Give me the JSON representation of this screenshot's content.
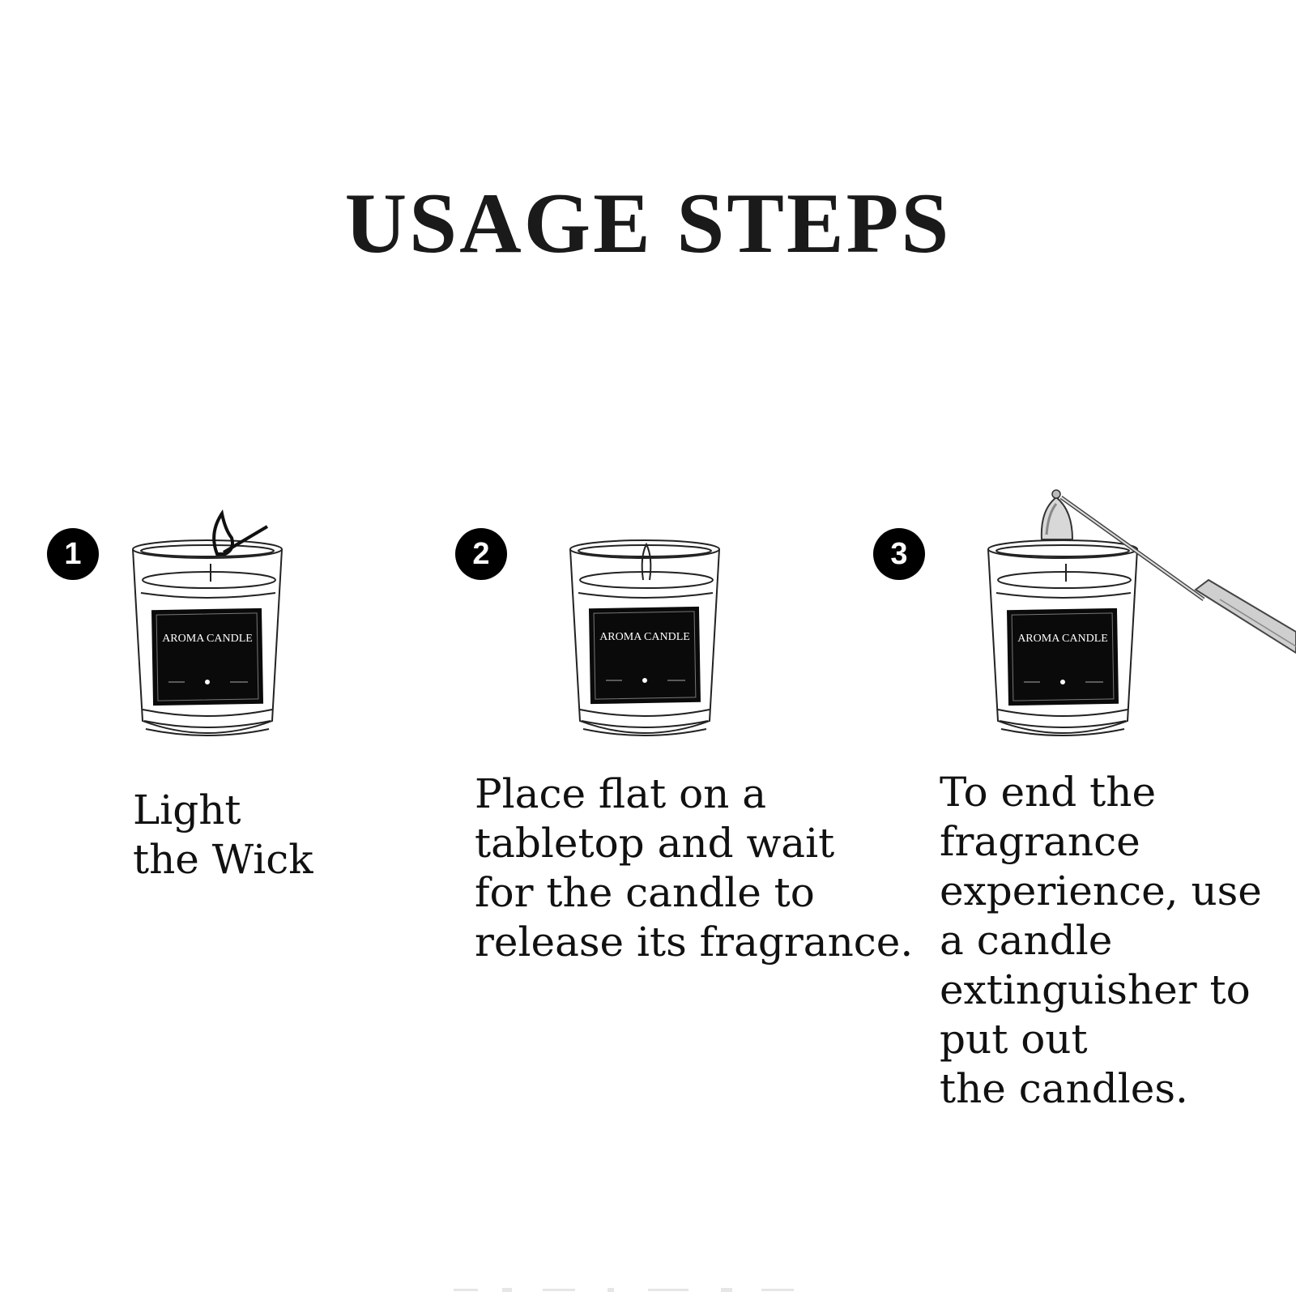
{
  "page": {
    "title": "USAGE STEPS"
  },
  "steps": [
    {
      "number": "1",
      "label": "AROMA CANDLE",
      "text": "Light\nthe Wick"
    },
    {
      "number": "2",
      "label": "AROMA CANDLE",
      "text": "Place flat on a\ntabletop and wait\nfor the candle to\nrelease its fragrance."
    },
    {
      "number": "3",
      "label": "AROMA CANDLE",
      "text": "To end the\nfragrance\nexperience, use\na candle\nextinguisher to\nput out\nthe candles."
    }
  ],
  "colors": {
    "ink": "#111111",
    "badge": "#000000",
    "label_bg": "#0a0a0a",
    "background": "#ffffff"
  },
  "icons": [
    "match-flame-icon",
    "candle-jar-icon",
    "candle-snuffer-icon"
  ]
}
